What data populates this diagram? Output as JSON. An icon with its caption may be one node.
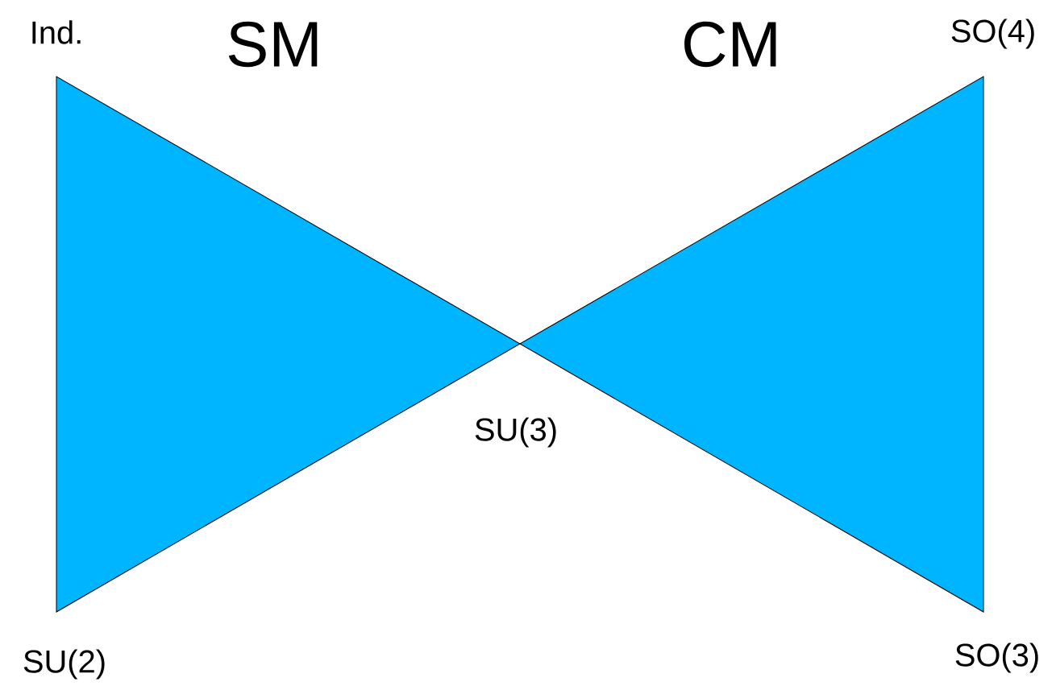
{
  "diagram": {
    "nodes": [
      {
        "text": [
          "SM"
        ]
      },
      {
        "text": [
          "CM"
        ]
      }
    ],
    "labels": [
      "Ind.",
      "SO(4)",
      "SU(3)",
      "SU(2)",
      "SO(3)"
    ]
  }
}
